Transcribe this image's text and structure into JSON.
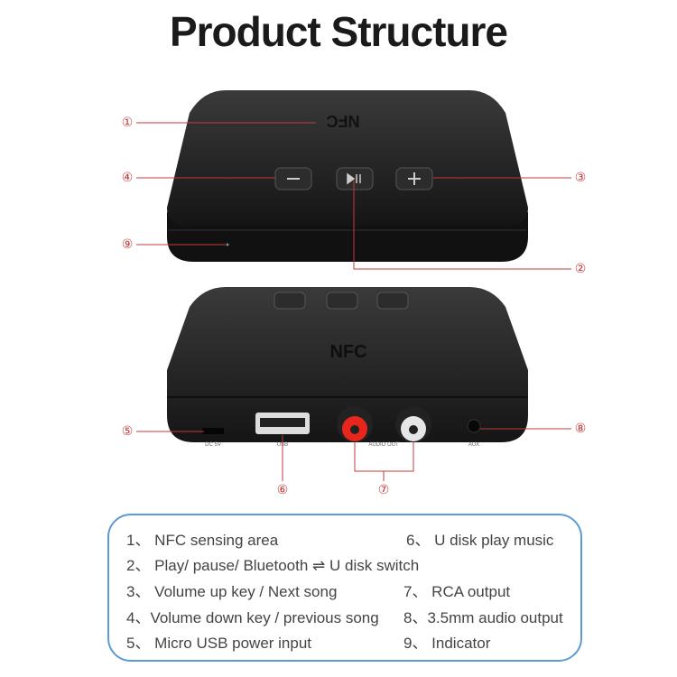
{
  "title": "Product Structure",
  "device": {
    "top_nfc": "NFC",
    "front_nfc": "NFC",
    "port_labels": [
      "DC 5V",
      "USB",
      "AUDIO OUT",
      "AUX"
    ]
  },
  "callouts": {
    "c1": "①",
    "c2": "②",
    "c3": "③",
    "c4": "④",
    "c5": "⑤",
    "c6": "⑥",
    "c7": "⑦",
    "c8": "⑧",
    "c9": "⑨"
  },
  "colors": {
    "callout": "#c23b3b",
    "legend_border": "#5b9bd5",
    "device": "#1e1e1e"
  },
  "legend": [
    "1、 NFC sensing area",
    "2、 Play/ pause/ Bluetooth ⇌ U disk switch",
    "3、 Volume up key / Next song",
    "4、Volume down key / previous song",
    "5、  Micro USB power input",
    "6、 U disk play music",
    "7、 RCA output",
    "8、3.5mm audio output",
    "9、 Indicator"
  ]
}
